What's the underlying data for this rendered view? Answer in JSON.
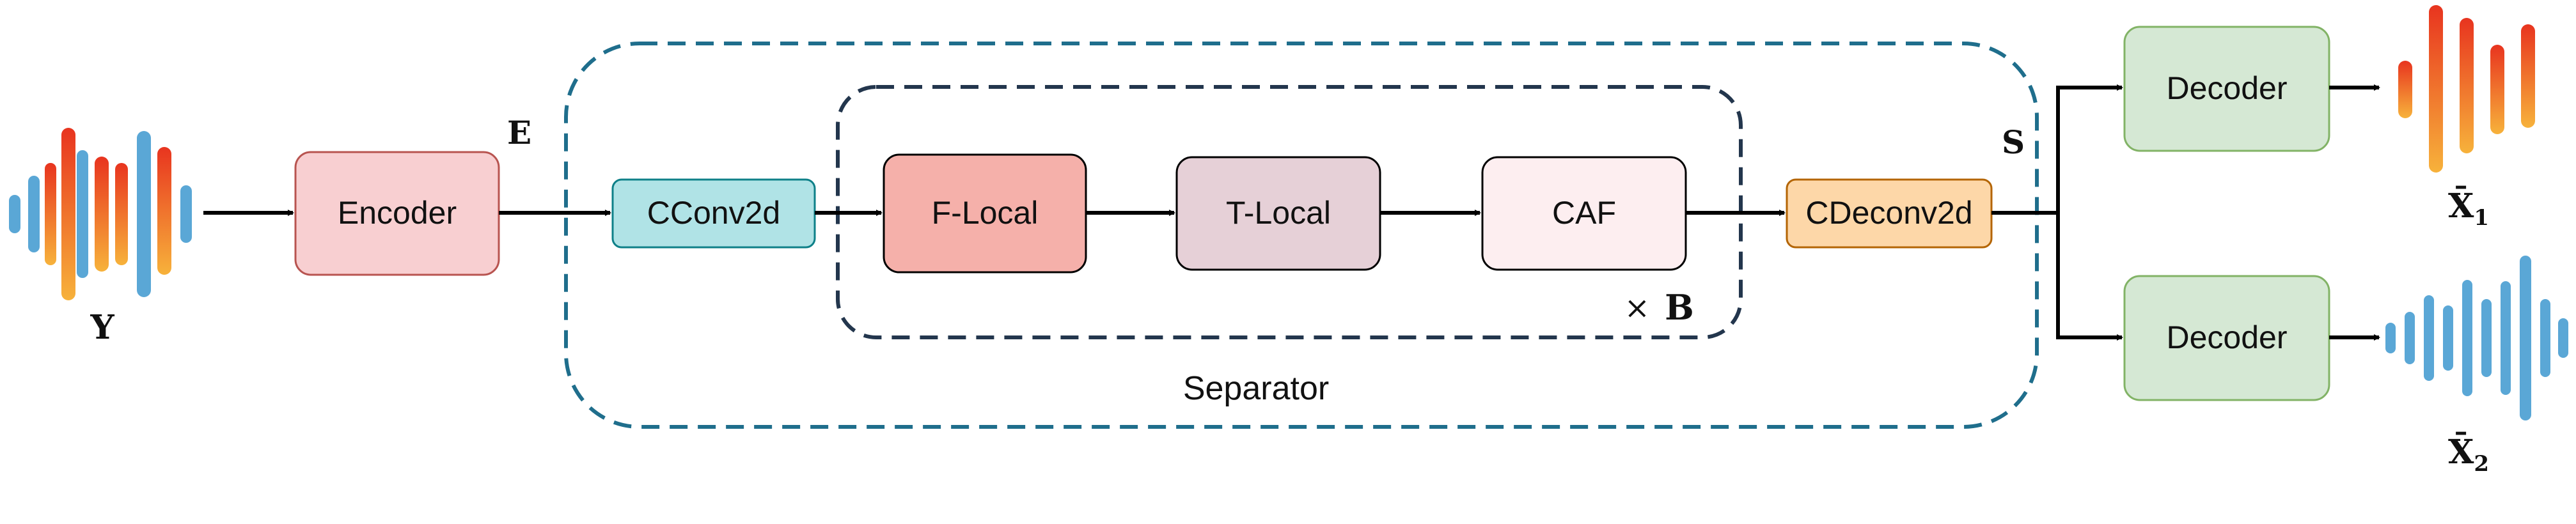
{
  "input": {
    "symbol": "Y"
  },
  "encoder": {
    "label": "Encoder",
    "output_symbol": "E"
  },
  "separator": {
    "label": "Separator",
    "cconv": {
      "label": "CConv2d"
    },
    "block": {
      "repeat_times": "×",
      "repeat_symbol": "B",
      "f_local": {
        "label": "F-Local"
      },
      "t_local": {
        "label": "T-Local"
      },
      "caf": {
        "label": "CAF"
      }
    },
    "cdeconv": {
      "label": "CDeconv2d"
    },
    "output_symbol": "S"
  },
  "decoders": [
    {
      "label": "Decoder",
      "output_symbol": "X̄",
      "output_sub": "1"
    },
    {
      "label": "Decoder",
      "output_symbol": "X̄",
      "output_sub": "2"
    }
  ],
  "colors": {
    "encoder_fill": "#f8cfd1",
    "encoder_stroke": "#b85450",
    "cconv_fill": "#b0e3e6",
    "cconv_stroke": "#0e8088",
    "flocal_fill": "#f5b0aa",
    "tlocal_fill": "#e6d0d7",
    "caf_fill": "#fdeef0",
    "cdeconv_fill": "#fdd7a8",
    "cdeconv_stroke": "#b46504",
    "decoder_fill": "#d5e8d4",
    "decoder_stroke": "#82b366",
    "separator_dash": "#1f6e8c",
    "block_dash": "#23364d",
    "wave_warm_top": "#e8341f",
    "wave_warm_bottom": "#f7b23b",
    "wave_blue": "#5aa7d6"
  }
}
